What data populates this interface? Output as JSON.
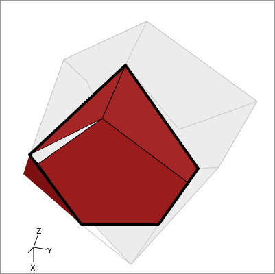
{
  "scene": {
    "background": "#ffffff",
    "outer_solid": {
      "name": "bounding-solid",
      "fill": "#e6e6e6",
      "edge": "#c8c8c8"
    },
    "inner_solid": {
      "name": "cut-solid",
      "fill_front": "#9b1c1c",
      "fill_side": "#7d1010",
      "fill_top": "#a52626",
      "edge": "#000000"
    }
  },
  "axes": {
    "z_label": "Z",
    "y_label": "Y",
    "x_label": "X"
  }
}
